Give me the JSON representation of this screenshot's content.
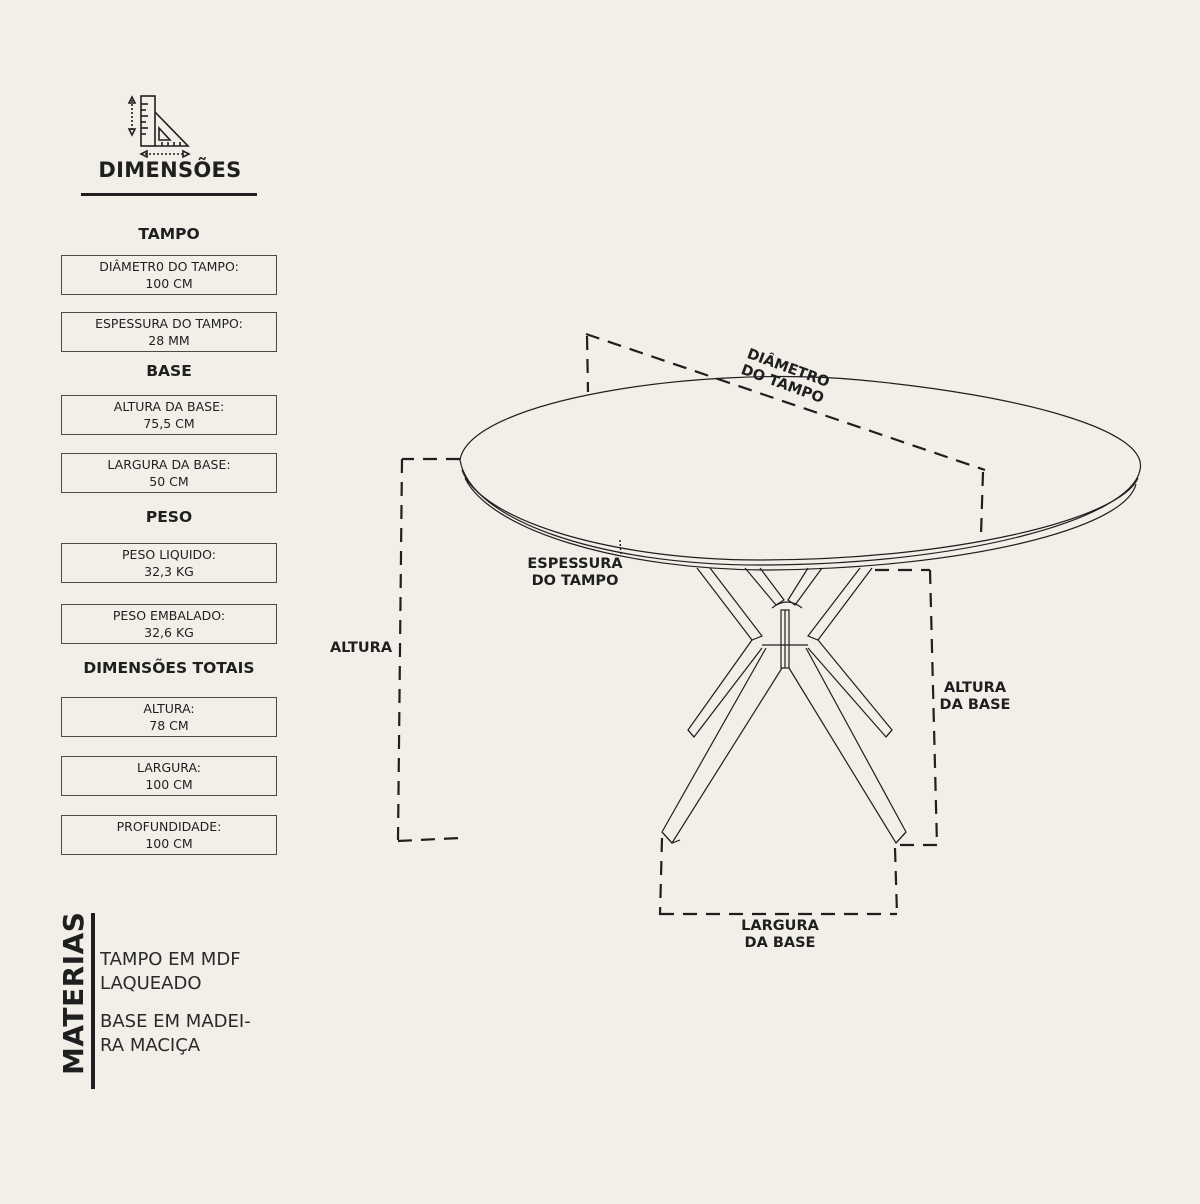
{
  "header": {
    "icon": "ruler-triangle-icon",
    "title": "DIMENSÕES"
  },
  "sections": {
    "tampo": {
      "label": "TAMPO",
      "specs": [
        {
          "label": "DIÂMETR0 DO TAMPO:",
          "value": "100 CM"
        },
        {
          "label": "ESPESSURA DO TAMPO:",
          "value": "28 MM"
        }
      ]
    },
    "base": {
      "label": "BASE",
      "specs": [
        {
          "label": "ALTURA DA BASE:",
          "value": "75,5 CM"
        },
        {
          "label": "LARGURA DA BASE:",
          "value": "50 CM"
        }
      ]
    },
    "peso": {
      "label": "PESO",
      "specs": [
        {
          "label": "PESO LIQUIDO:",
          "value": "32,3 KG"
        },
        {
          "label": "PESO EMBALADO:",
          "value": "32,6 KG"
        }
      ]
    },
    "totais": {
      "label": "DIMENSÕES TOTAIS",
      "specs": [
        {
          "label": "ALTURA:",
          "value": "78 CM"
        },
        {
          "label": "LARGURA:",
          "value": "100 CM"
        },
        {
          "label": "PROFUNDIDADE:",
          "value": "100 CM"
        }
      ]
    }
  },
  "materials": {
    "heading": "MATERIAS",
    "items": [
      {
        "line1": "TAMPO EM MDF",
        "line2": "LAQUEADO"
      },
      {
        "line1": "BASE EM MADEI-",
        "line2": "RA MACIÇA"
      }
    ]
  },
  "diagram": {
    "labels": {
      "diameter_line1": "DIÂMETRO",
      "diameter_line2": "DO TAMPO",
      "thickness_line1": "ESPESSURA",
      "thickness_line2": "DO TAMPO",
      "height": "ALTURA",
      "base_height_line1": "ALTURA",
      "base_height_line2": "DA BASE",
      "base_width_line1": "LARGURA",
      "base_width_line2": "DA BASE"
    },
    "colors": {
      "background": "#f1efe8",
      "ink": "#1f1f1f"
    }
  }
}
